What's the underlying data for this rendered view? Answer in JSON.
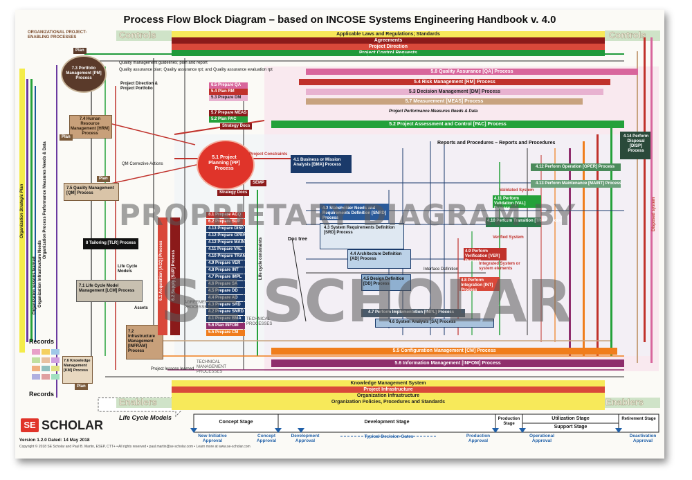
{
  "title": "Process Flow Block Diagram – based on INCOSE Systems Engineering Handbook v. 4.0",
  "controls_label": "Controls",
  "enablers_label": "Enablers",
  "top_bands": [
    "Applicable Laws and Regulations; Standards",
    "Agreements",
    "Project Direction",
    "Project Control Requests"
  ],
  "bottom_bands": [
    "Knowledge Management System",
    "Project Infrastructure",
    "Organization Infrastructure",
    "Organization Policies, Procedures and Standards"
  ],
  "org_enabling_label": "ORGANIZATIONAL PROJECT-ENABLING PROCESSES",
  "org_processes": {
    "pm": "7.3 Portfolio Management [PM] Process",
    "hrm": "7.4 Human Resource Management [HRM] Process",
    "qm": "7.5 Quality Management [QM] Process",
    "lcm": "7.1 Life Cycle Model Management [LCM] Process",
    "infram": "7.2 Infrastructure Management [INFRAM] Process",
    "km": "7.6 Knowledge Management [KM] Process",
    "tailoring": "8 Tailoring [TLR] Process"
  },
  "plan_label": "Plan",
  "records_label": "Records",
  "pp_process": "5.1 Project Planning [PP] Process",
  "pp_side": "SEMP",
  "strategy_docs": "Strategy Docs",
  "prepare_top": [
    "6.5 Prepare QA",
    "5.4 Plan RM",
    "5.3 Prepare DM",
    "5.7 Prepare MEAS",
    "5.2 Plan PAC"
  ],
  "prepare_list": [
    "6.1 Prepare ACQ",
    "6.2 Prepare SUP",
    "4.13 Prepare DISP",
    "4.12 Prepare OPER",
    "4.12 Prepare MAINT",
    "4.11 Prepare VAL",
    "4.10 Prepare TRAN",
    "4.9 Prepare VER",
    "4.8 Prepare INT",
    "4.7 Prepare IMPL",
    "4.6 Prepare SA",
    "4.5 Prepare DD",
    "4.4 Prepare AD",
    "4.3 Prepare SRD",
    "4.2 Prepare SNRD",
    "4.1 Prepare BMA",
    "5.6 Plan INFOM",
    "5.5 Prepare CM"
  ],
  "mgmt_bars": [
    "5.8 Quality Assurance [QA] Process",
    "5.4 Risk Management [RM] Process",
    "5.3 Decision Management [DM] Process",
    "5.7 Measurement [MEAS] Process",
    "5.2 Project Assessment and Control [PAC] Process"
  ],
  "bottom_mgmt_bars": [
    "5.5 Configuration Management [CM] Process",
    "5.6 Information Management [INFOM] Process"
  ],
  "reports_label": "Reports and Procedures – Reports and Procedures",
  "tech_processes": {
    "bma": "4.1 Business or Mission Analysis [BMA] Process",
    "snrd": "4.2 Stakeholder Needs and Requirements Definition [SNRD] Process",
    "srd": "4.3 System Requirements Definition [SRD] Process",
    "ad": "4.4 Architecture Definition [AD] Process",
    "dd": "4.5 Design Definition [DD] Process",
    "impl": "4.7 Perform Implementation [IMPL] Process",
    "sa": "4.6 System Analysis [SA] Process",
    "int": "4.8 Perform Integration [INT] Process",
    "ver": "4.9 Perform Verification [VER] Process",
    "val": "4.11 Perform Validation [VAL] Process",
    "tran": "4.10 Perform Transition [TRAN] Process",
    "oper": "4.12 Perform Operation [OPER] Process",
    "maint": "4.13 Perform Maintenance [MAINT] Process",
    "disp": "4.14 Perform Disposal [DISP] Process"
  },
  "agreement_processes": "AGREEMENT PROCESSES",
  "technical_mgmt_processes": "TECHNICAL MANAGEMENT PROCESSES",
  "technical_processes": "TECHNICAL PROCESSES",
  "acq_process": "6.1 Acquisition [ACQ] Process",
  "sup_process": "6.2 Supply [SUP] Process",
  "side_labels": [
    "Organization Strategic Plan",
    "Organization Process Performance Measures Needs & Data",
    "Organization Infrastructure Needs",
    "Organization lessons learned",
    "Life cycle constraints",
    "Doc tree",
    "Disposed system"
  ],
  "misc_labels": [
    "Project Direction & Project Portfolio",
    "Quality management guidelines; plan and report",
    "Quality assurance plan; Quality assurance rpt; and Quality assurance evaluation rpt",
    "QM Corrective Actions",
    "Project Constraints",
    "Project Performance Measures Needs & Data",
    "Validated System",
    "Verified System",
    "Integrated System or system elements",
    "Interface Definition",
    "Project lessons learned",
    "Assets",
    "Life Cycle Models"
  ],
  "watermark_1": "PROPRIETARY DIAGRAM BY",
  "watermark_2": "SE SCHOLAR",
  "life_cycle_models_label": "Life Cycle Models",
  "stages": [
    "Concept Stage",
    "Development Stage",
    "Production Stage",
    "Utilization Stage",
    "Support Stage",
    "Retirement Stage"
  ],
  "gates": [
    "New Initiative Approval",
    "Concept Approval",
    "Development Approval",
    "Production Approval",
    "Operational Approval",
    "Deactivation Approval"
  ],
  "typical_gates": "Typical Decision Gates",
  "logo_mark": "SE",
  "logo_text": "SCHOLAR",
  "version": "Version 1.2.0 Dated: 14 May 2018",
  "copyright": "Copyright © 2018 SE Scholar and Paul B. Martin, ESEP, CTT+ • All rights reserved • paul.martin@se-scholar.com • Learn more at www.se-scholar.com",
  "colors": {
    "qa": "#d8669c",
    "rm": "#c0312b",
    "dm": "#e8b2d0",
    "meas": "#c8a37f",
    "pac": "#24a13a",
    "cm": "#f07d1c",
    "infom": "#8f2d6c",
    "pm": "#5a3a2a",
    "pp": "#e0342a",
    "bma": "#1a3a6a"
  }
}
